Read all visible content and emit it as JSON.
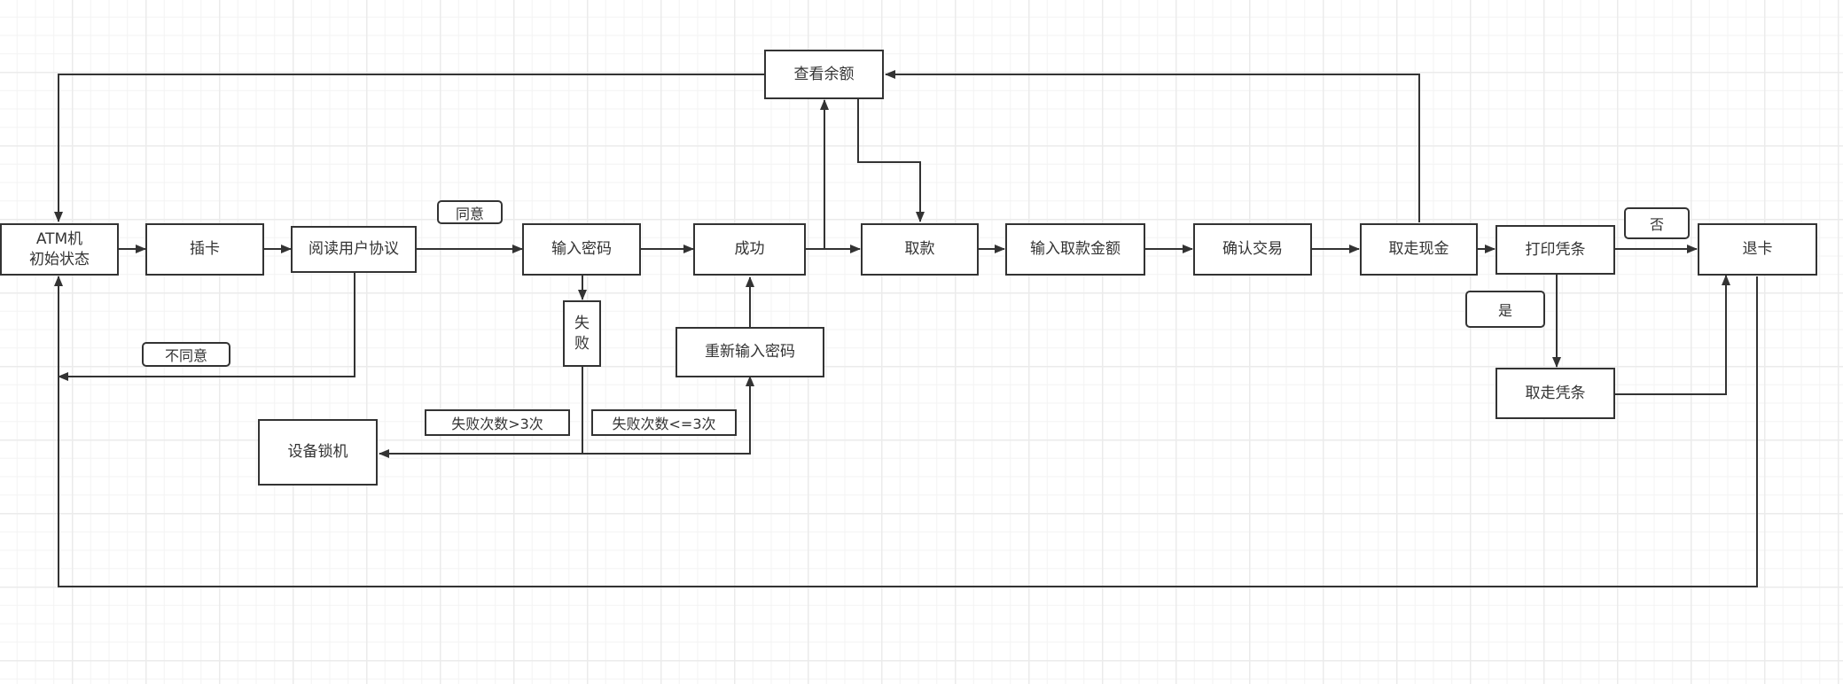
{
  "diagram": {
    "title": "ATM取款流程图",
    "nodes": {
      "atm_initial": "ATM机\n初始状态",
      "insert_card": "插卡",
      "read_agreement": "阅读用户协议",
      "enter_pin": "输入密码",
      "success": "成功",
      "failure": "失败",
      "reenter_pin": "重新输入密码",
      "device_lock": "设备锁机",
      "check_balance": "查看余额",
      "withdraw": "取款",
      "enter_amount": "输入取款金额",
      "confirm_transaction": "确认交易",
      "take_cash": "取走现金",
      "print_receipt": "打印凭条",
      "take_receipt": "取走凭条",
      "return_card": "退卡"
    },
    "edge_labels": {
      "agree": "同意",
      "disagree": "不同意",
      "fail_gt3": "失败次数>3次",
      "fail_le3": "失败次数<=3次",
      "yes": "是",
      "no": "否"
    },
    "colors": {
      "stroke": "#333333",
      "grid_major": "#ebebeb",
      "grid_minor": "#f3f3f3",
      "background": "#ffffff"
    }
  }
}
